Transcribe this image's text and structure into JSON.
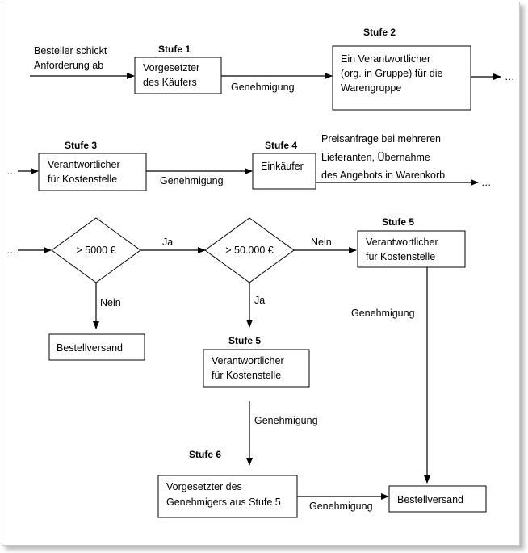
{
  "diagram": {
    "start_label": [
      "Besteller schickt",
      "Anforderung  ab"
    ],
    "stufe1": "Stufe 1",
    "box_vorgesetzter": [
      "Vorgesetzter",
      "des Käufers"
    ],
    "genehmigung_1": "Genehmigung",
    "stufe2": "Stufe 2",
    "box_warengruppe": [
      "Ein Verantwortlicher",
      "(org. in Gruppe) für die",
      "Warengruppe"
    ],
    "cont_1": "…",
    "cont_2": "…",
    "stufe3": "Stufe 3",
    "box_kostenstelle_3": [
      "Verantwortlicher",
      "für Kostenstelle"
    ],
    "genehmigung_2": "Genehmigung",
    "stufe4": "Stufe 4",
    "box_einkaeufer": "Einkäufer",
    "preisanfrage": [
      "Preisanfrage bei mehreren",
      "Lieferanten, Übernahme",
      "des Angebots  in Warenkorb"
    ],
    "cont_3": "…",
    "cont_4": "…",
    "diamond_5000": "> 5000 €",
    "ja_1": "Ja",
    "nein_1": "Nein",
    "box_bestellversand_1": "Bestellversand",
    "diamond_50000": "> 50.000 €",
    "nein_2": "Nein",
    "ja_2": "Ja",
    "stufe5_right": "Stufe 5",
    "box_kostenstelle_right": [
      "Verantwortlicher",
      "für Kostenstelle"
    ],
    "genehmigung_right": "Genehmigung",
    "stufe5_mid": "Stufe 5",
    "box_kostenstelle_mid": [
      "Verantwortlicher",
      "für Kostenstelle"
    ],
    "genehmigung_mid": "Genehmigung",
    "stufe6": "Stufe 6",
    "box_vorgesetzter_6": [
      "Vorgesetzter des",
      "Genehmigers aus Stufe 5"
    ],
    "genehmigung_bottom": "Genehmigung",
    "box_bestellversand_2": "Bestellversand"
  }
}
